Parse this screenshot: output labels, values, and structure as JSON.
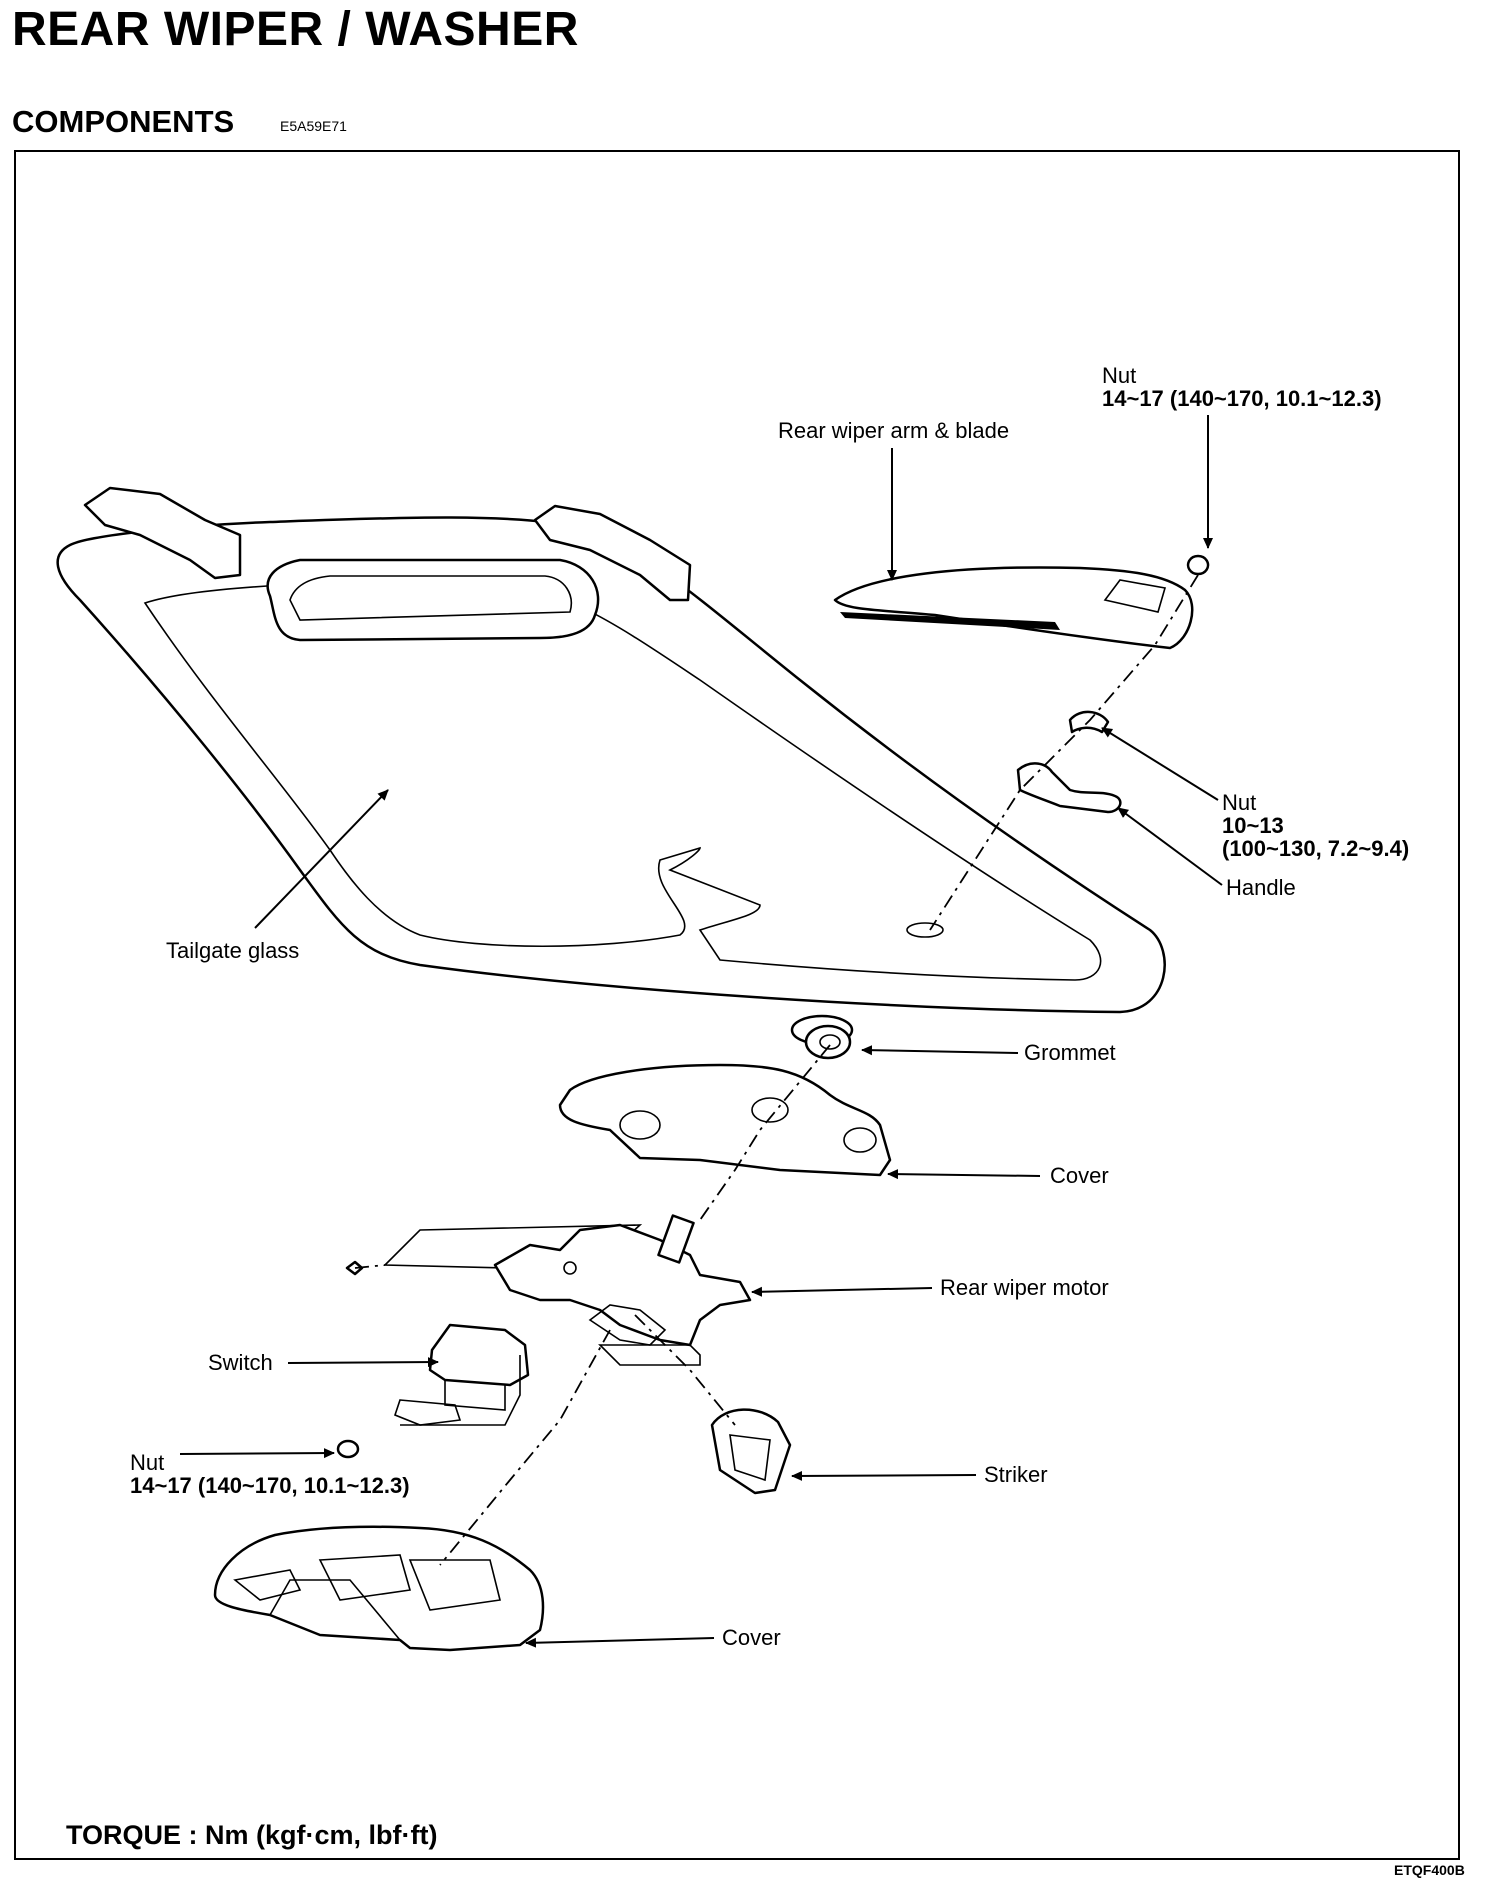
{
  "header": {
    "title": "REAR WIPER / WASHER",
    "section": "COMPONENTS",
    "doc_code": "E5A59E71"
  },
  "labels": {
    "nut_top_name": "Nut",
    "nut_top_torque": "14~17 (140~170, 10.1~12.3)",
    "arm_blade": "Rear wiper arm & blade",
    "nut_mid_name": "Nut",
    "nut_mid_torque_1": "10~13",
    "nut_mid_torque_2": "(100~130, 7.2~9.4)",
    "handle": "Handle",
    "tailgate_glass": "Tailgate glass",
    "grommet": "Grommet",
    "cover_upper": "Cover",
    "motor": "Rear wiper motor",
    "switch": "Switch",
    "nut_low_name": "Nut",
    "nut_low_torque": "14~17 (140~170, 10.1~12.3)",
    "striker": "Striker",
    "cover_lower": "Cover"
  },
  "footer": {
    "torque": "TORQUE : Nm (kgf·cm, lbf·ft)",
    "figure_code": "ETQF400B"
  }
}
